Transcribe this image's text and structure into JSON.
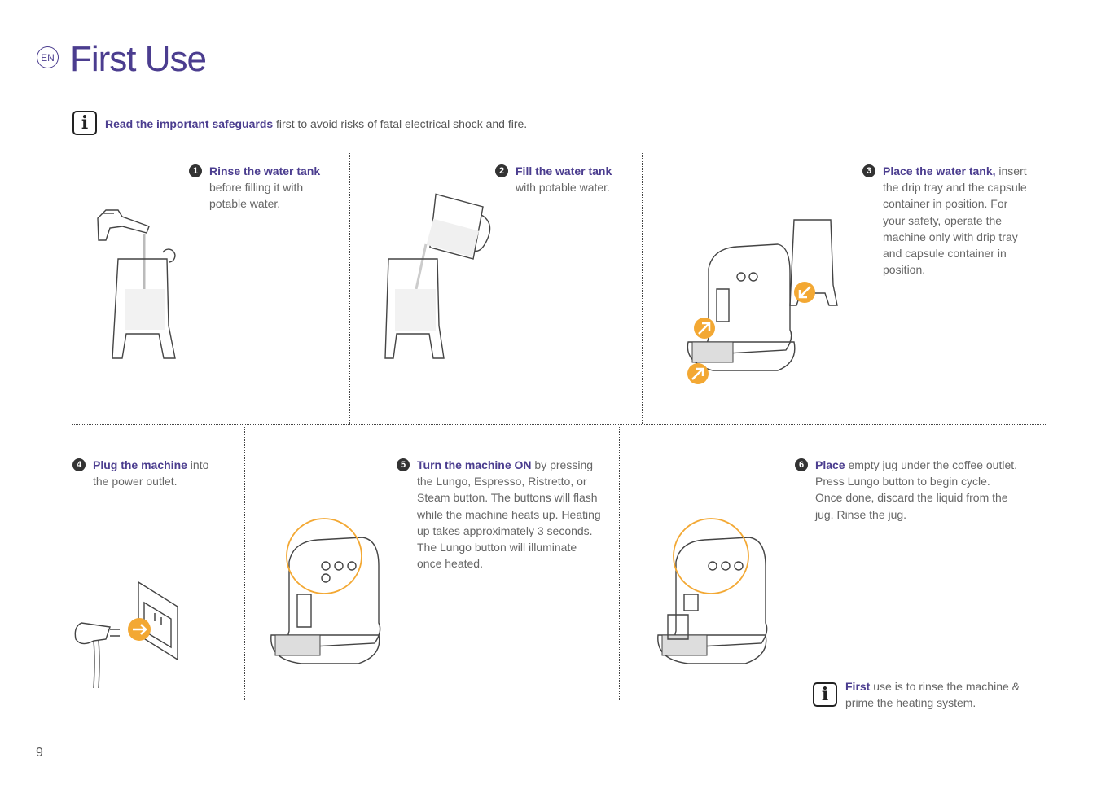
{
  "header": {
    "lang": "EN",
    "title": "First Use"
  },
  "safeguard": {
    "highlight": "Read the important safeguards",
    "rest": " first to avoid risks of fatal electrical shock and fire."
  },
  "steps": [
    {
      "num": "1",
      "highlight": "Rinse the water tank",
      "rest": " before filling it with potable water."
    },
    {
      "num": "2",
      "highlight": "Fill the water tank",
      "rest": " with potable water."
    },
    {
      "num": "3",
      "highlight": "Place the water tank,",
      "rest": " insert the drip tray and the capsule container in position. For your safety, operate the machine only with drip tray and capsule container in position."
    },
    {
      "num": "4",
      "highlight": "Plug the machine",
      "rest": " into the power outlet."
    },
    {
      "num": "5",
      "highlight": "Turn the machine ON",
      "rest": " by pressing the Lungo, Espresso, Ristretto, or Steam button. The buttons will flash while the machine heats up. Heating up takes approximately 3 seconds. The Lungo button will illuminate once heated."
    },
    {
      "num": "6",
      "highlight": "Place",
      "rest": " empty jug under the coffee outlet. Press Lungo button to begin cycle. Once done, discard the liquid from the jug. Rinse the jug."
    }
  ],
  "note": {
    "highlight": "First",
    "rest": " use is to rinse the machine & prime the heating system."
  },
  "page_number": "9",
  "colors": {
    "accent": "#4b3d8f",
    "arrow": "#f3a833",
    "line": "#444444"
  },
  "icons": [
    "info-icon",
    "tap-icon",
    "water-tank-icon",
    "jug-icon",
    "coffee-machine-icon",
    "plug-icon",
    "power-outlet-icon",
    "orange-arrow-icon"
  ]
}
